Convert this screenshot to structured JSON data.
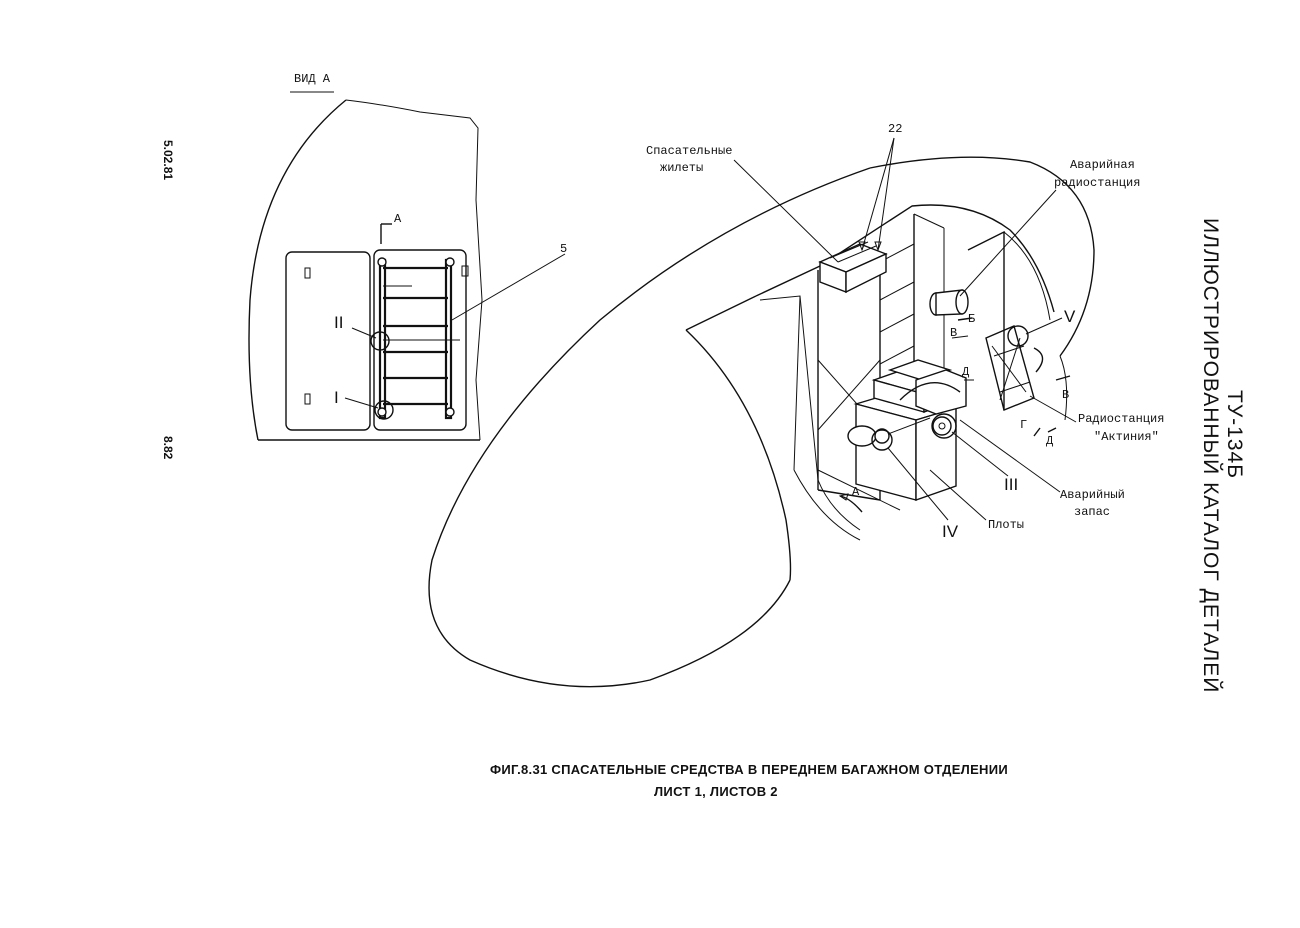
{
  "margin": {
    "date": "5.02.81",
    "page": "8.82"
  },
  "side_title": {
    "model": "ТУ-134Б",
    "catalog": "ИЛЛЮСТРИРОВАННЫЙ КАТАЛОГ ДЕТАЛЕЙ"
  },
  "view_a": {
    "title": "ВИД А",
    "section_mark": "А",
    "callout_5": "5",
    "callout_II": "II",
    "callout_I": "I"
  },
  "main_view": {
    "vests_line1": "Спасательные",
    "vests_line2": "жилеты",
    "item_22": "22",
    "radio_emergency_line1": "Аварийная",
    "radio_emergency_line2": "радиостанция",
    "radio_aktinia_line1": "Радиостанция",
    "radio_aktinia_line2": "\"Актиния\"",
    "supply_line1": "Аварийный",
    "supply_line2": "запас",
    "rafts": "Плоты",
    "roman_III": "III",
    "roman_IV": "IV",
    "roman_V": "V",
    "mark_A": "А",
    "mark_B": "Б",
    "mark_V1": "В",
    "mark_V2": "В",
    "mark_G": "Г",
    "mark_D1": "Д",
    "mark_D2": "Д"
  },
  "caption": {
    "line1": "ФИГ.8.31  СПАСАТЕЛЬНЫЕ СРЕДСТВА В ПЕРЕДНЕМ БАГАЖНОМ ОТДЕЛЕНИИ",
    "line2": "ЛИСТ 1, ЛИСТОВ 2"
  }
}
